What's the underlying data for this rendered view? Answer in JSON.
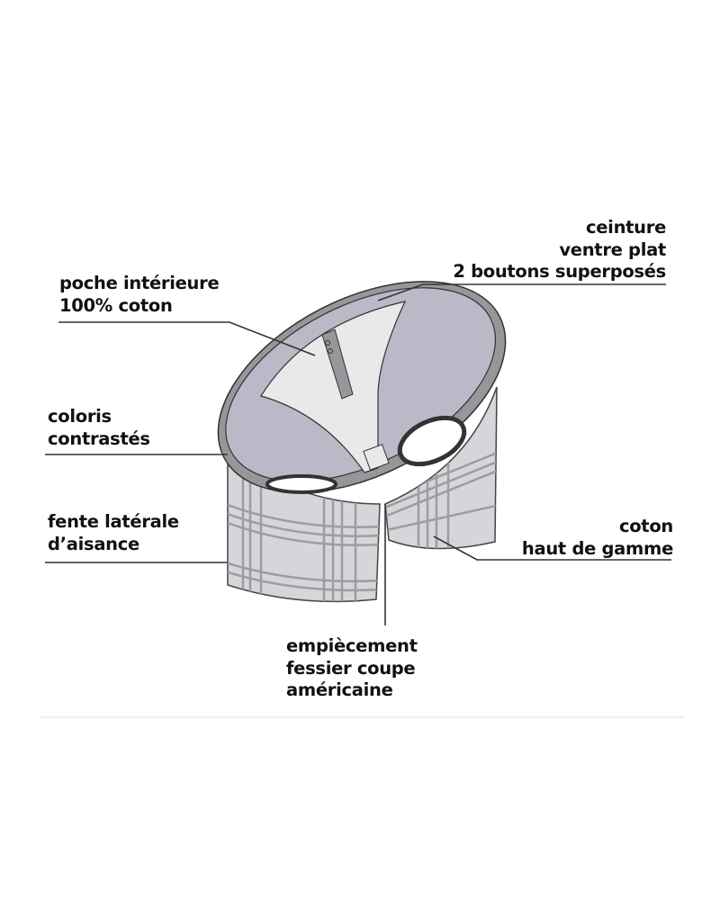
{
  "labels": {
    "ceinture": [
      "ceinture",
      "ventre plat",
      "2 boutons superposés"
    ],
    "poche": [
      "poche intérieure",
      "100% coton"
    ],
    "coloris": [
      "coloris",
      "contrastés"
    ],
    "fente": [
      "fente latérale",
      "d’aisance"
    ],
    "coton": [
      "coton",
      "haut de gamme"
    ],
    "empiecement": [
      "empiècement",
      "fessier coupe",
      "américaine"
    ]
  },
  "colors": {
    "text": "#111111",
    "leader_line": "#333333",
    "fabric": "#d6d6da",
    "plaid": "#9c9ca2",
    "interior": "#b9b9c8",
    "pocket": "#e9e9ea",
    "waistband": "#96969b",
    "separator": "#eeeeee"
  }
}
